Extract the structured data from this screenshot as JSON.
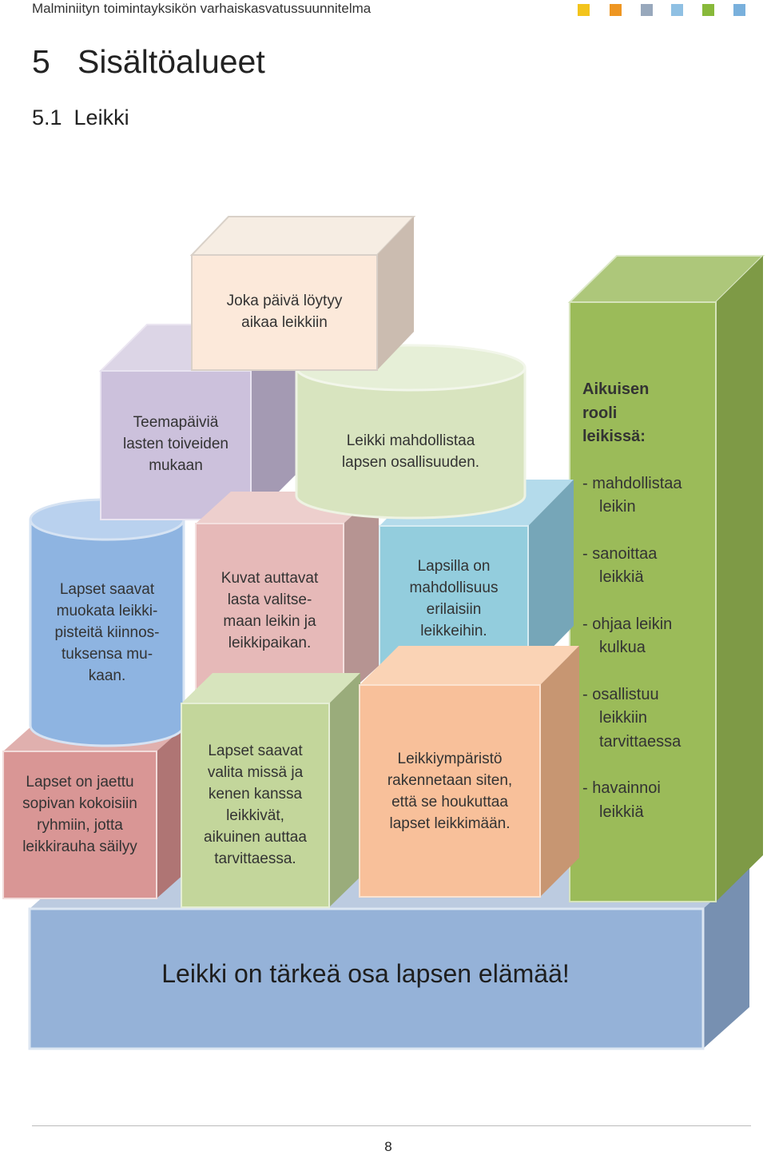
{
  "header": {
    "doc_title": "Malminiityn toimintayksikön varhaiskasvatussuunnitelma",
    "square_colors": [
      "#f3c41c",
      "#ee9622",
      "#98a8bc",
      "#8fc0e3",
      "#88b93a",
      "#79b0dc"
    ]
  },
  "heading": {
    "chapter": "5   Sisältöalueet",
    "section": "5.1  Leikki"
  },
  "diagram": {
    "base": "Leikki on tärkeä osa lapsen elämää!",
    "top_block": [
      "Joka päivä löytyy",
      "aikaa leikkiin"
    ],
    "purple_block": [
      "Teemapäiviä",
      "lasten toiveiden",
      "mukaan"
    ],
    "cylinder_green": [
      "Leikki mahdollistaa",
      "lapsen osallisuuden."
    ],
    "cylinder_blue": [
      "Lapset saavat",
      "muokata leikki-",
      "pisteitä kiinnos-",
      "tuksensa mu-",
      "kaan."
    ],
    "pink_block": [
      "Kuvat auttavat",
      "lasta valitse-",
      "maan leikin ja",
      "leikkipaikan."
    ],
    "lightblue_block": [
      "Lapsilla on",
      "mahdollisuus",
      "erilaisiin",
      "leikkeihin."
    ],
    "red_block": [
      "Lapset on jaettu",
      "sopivan kokoisiin",
      "ryhmiin, jotta",
      "leikkirauha säilyy"
    ],
    "lightgreen_block": [
      "Lapset saavat",
      "valita missä ja",
      "kenen kanssa",
      "leikkivät,",
      "aikuinen auttaa",
      "tarvittaessa."
    ],
    "orange_block": [
      "Leikkiympäristö",
      "rakennetaan siten,",
      "että se houkuttaa",
      "lapset leikkimään."
    ],
    "adult_role": {
      "title": [
        "Aikuisen",
        "rooli",
        "leikissä:"
      ],
      "items": [
        [
          "- mahdollistaa",
          "leikin"
        ],
        [
          "- sanoittaa",
          "leikkiä"
        ],
        [
          "- ohjaa leikin",
          "kulkua"
        ],
        [
          "- osallistuu",
          "leikkiin",
          "tarvittaessa"
        ],
        [
          "- havainnoi",
          "leikkiä"
        ]
      ]
    }
  },
  "footer": {
    "page_number": "8"
  }
}
